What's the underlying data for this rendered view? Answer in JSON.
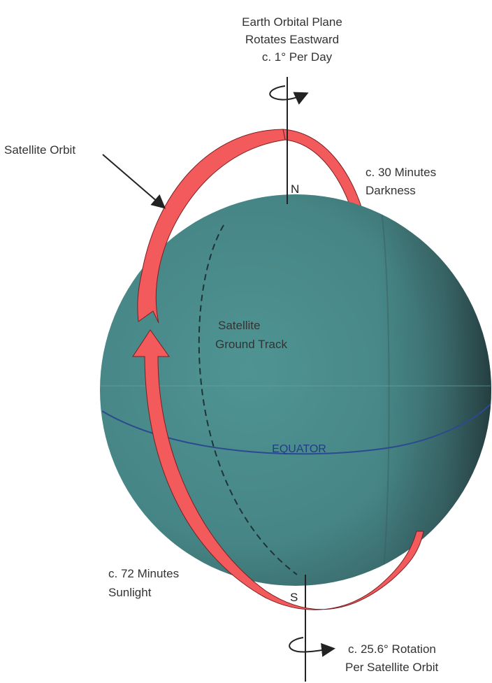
{
  "labels": {
    "top_line1": "Earth Orbital Plane",
    "top_line2": "Rotates Eastward",
    "top_line3": "c. 1° Per Day",
    "satellite_orbit": "Satellite Orbit",
    "darkness_line1": "c. 30 Minutes",
    "darkness_line2": "Darkness",
    "north": "N",
    "south": "S",
    "ground_track_line1": "Satellite",
    "ground_track_line2": "Ground Track",
    "equator": "EQUATOR",
    "sunlight_line1": "c. 72 Minutes",
    "sunlight_line2": "Sunlight",
    "bottom_line1": "c. 25.6° Rotation",
    "bottom_line2": "Per Satellite Orbit"
  },
  "colors": {
    "globe": "#4a8c8c",
    "globe_shadow": "#2f4f52",
    "orbit": "#f25a5c",
    "orbit_edge": "#7a1f22",
    "equator": "#2b4a8f",
    "axis": "#222222"
  }
}
